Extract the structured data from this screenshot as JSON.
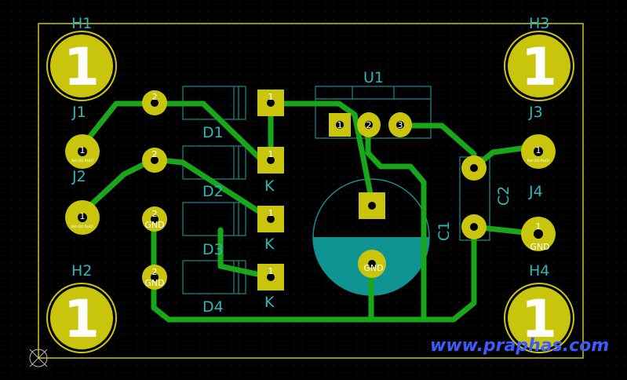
{
  "board": {
    "background": "#000000",
    "outline_color": "#c9c50d",
    "copper_color": "#1aa61a",
    "pad_color": "#c9c50d",
    "silk_color": "#2fb7b7"
  },
  "labels": {
    "h1": "H1",
    "h2": "H2",
    "h3": "H3",
    "h4": "H4",
    "j1": "J1",
    "j2": "J2",
    "j3": "J3",
    "j4": "J4",
    "d1": "D1",
    "d2": "D2",
    "d3": "D3",
    "d4": "D4",
    "u1": "U1",
    "c1": "C1",
    "c2": "C2"
  },
  "pads": {
    "mount": "1",
    "one": "1",
    "two": "2",
    "gnd": "GND",
    "k": "K",
    "tiny": "Net-(D2-Pad2)",
    "u1_1": "1",
    "u1_2": "2",
    "u1_3": "3"
  },
  "watermark": "www.praphas.com"
}
